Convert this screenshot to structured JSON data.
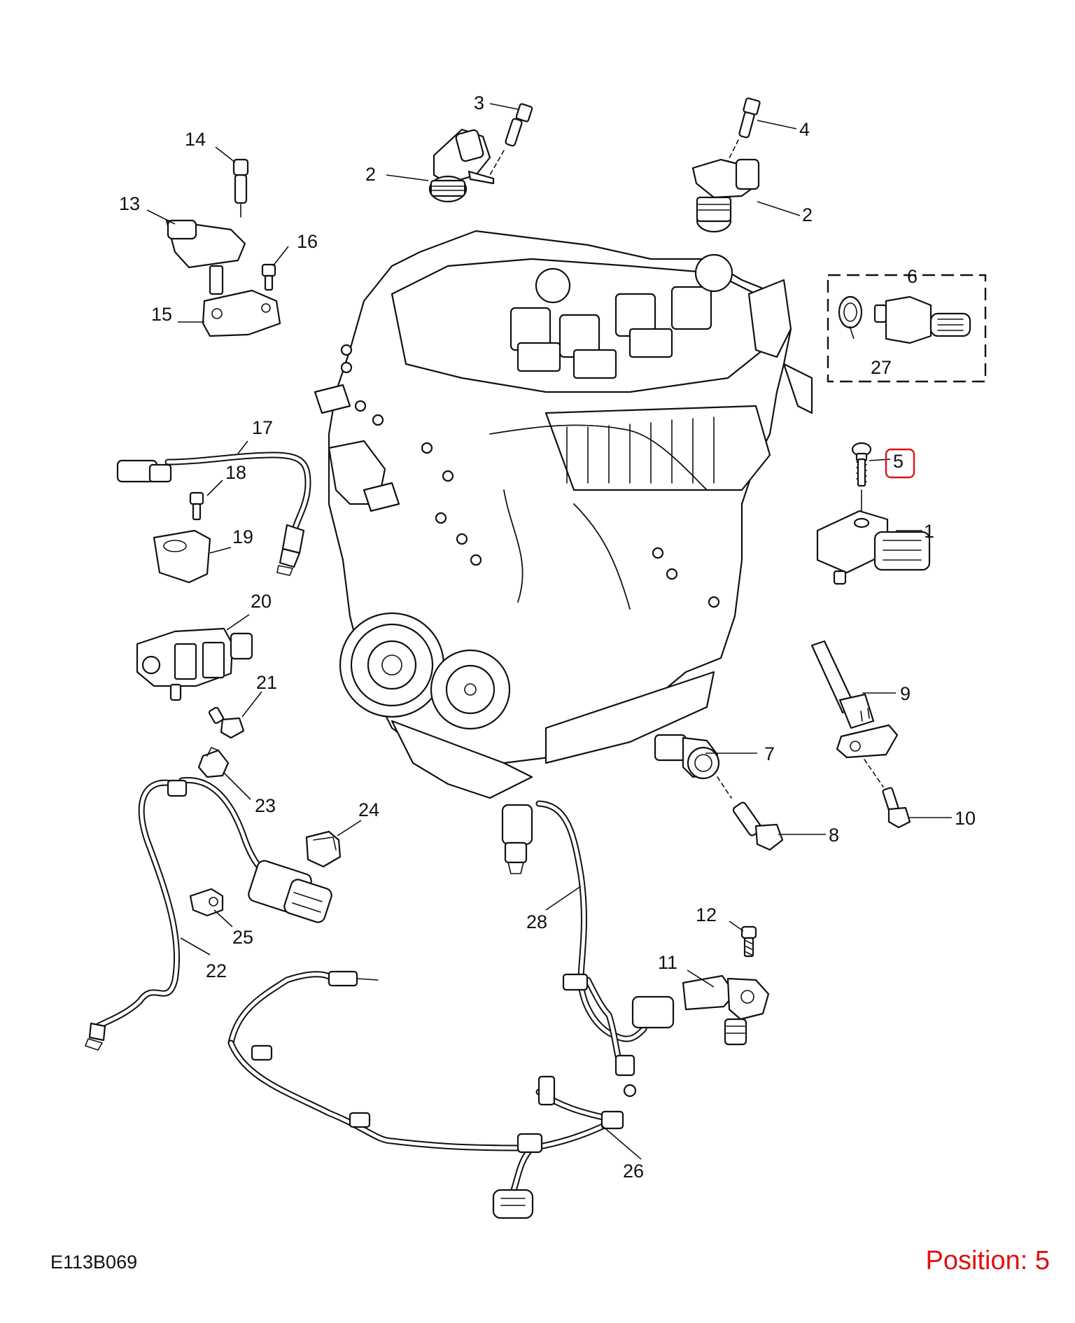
{
  "diagram": {
    "reference_code": "E113B069",
    "position_label": "Position: 5",
    "highlighted_callout": "5",
    "highlight_color": "#e01010",
    "callouts": [
      "1",
      "2",
      "3",
      "4",
      "5",
      "6",
      "7",
      "8",
      "9",
      "10",
      "11",
      "12",
      "13",
      "14",
      "15",
      "16",
      "17",
      "18",
      "19",
      "20",
      "21",
      "22",
      "23",
      "24",
      "25",
      "26",
      "27",
      "28"
    ]
  }
}
